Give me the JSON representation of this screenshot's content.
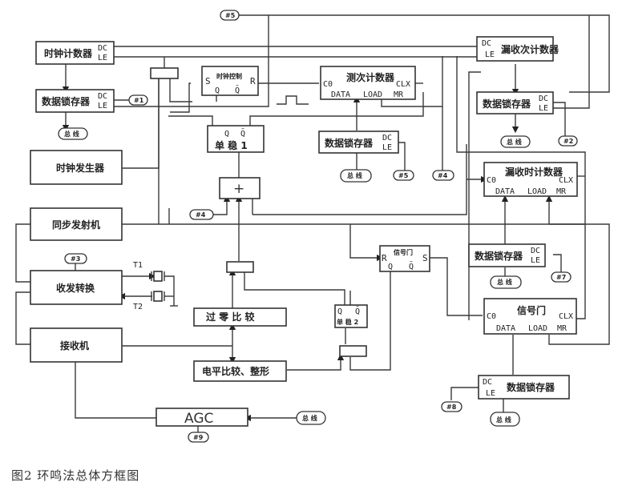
{
  "caption": "图2 环鸣法总体方框图",
  "blocks": {
    "clock_counter": {
      "label": "时钟计数器",
      "pins": [
        "DC",
        "LE"
      ]
    },
    "latch_1": {
      "label": "数据锁存器",
      "pins": [
        "DC",
        "LE"
      ]
    },
    "clock_gen": {
      "label": "时钟发生器"
    },
    "sync_tx": {
      "label": "同步发射机"
    },
    "trx_switch": {
      "label": "收发转换"
    },
    "receiver": {
      "label": "接收机"
    },
    "agc": {
      "label": "AGC"
    },
    "clock_gate": {
      "label": "时钟控制",
      "pins": [
        "S",
        "R",
        "Q",
        "Q̄"
      ]
    },
    "measure_counter": {
      "label": "测次计数器",
      "pins": [
        "C0",
        "CLX",
        "DATA",
        "LOAD",
        "MR"
      ]
    },
    "latch_5": {
      "label": "数据锁存器",
      "pins": [
        "DC",
        "LE"
      ]
    },
    "one_shot_1": {
      "label": "单 稳 1",
      "pins": [
        "Q",
        "Q̄"
      ]
    },
    "or_gate": {
      "label": "+"
    },
    "miss_count_counter": {
      "label": "漏收次计数器",
      "pins": [
        "DC",
        "LE"
      ]
    },
    "latch_2": {
      "label": "数据锁存器",
      "pins": [
        "DC",
        "LE"
      ]
    },
    "miss_time_counter": {
      "label": "漏收时计数器",
      "pins": [
        "C0",
        "CLX",
        "DATA",
        "LOAD",
        "MR"
      ]
    },
    "latch_7": {
      "label": "数据锁存器",
      "pins": [
        "DC",
        "LE"
      ]
    },
    "signal_gate_ff": {
      "label": "信号门",
      "pins": [
        "R",
        "S",
        "Q",
        "Q̄"
      ]
    },
    "signal_gate_counter": {
      "label": "信号门",
      "pins": [
        "C0",
        "CLX",
        "DATA",
        "LOAD",
        "MR"
      ]
    },
    "latch_8": {
      "label": "数据锁存器",
      "pins": [
        "DC",
        "LE"
      ]
    },
    "zero_cross": {
      "label": "过 零 比 较"
    },
    "level_compare": {
      "label": "电平比较、整形"
    },
    "one_shot_2": {
      "label": "单 稳 2",
      "pins": [
        "Q",
        "Q̄"
      ]
    }
  },
  "tags": {
    "w1": "#1",
    "w2": "#2",
    "w3": "#3",
    "w4a": "#4",
    "w4b": "#4",
    "w5a": "#5",
    "w5b": "#5",
    "w7": "#7",
    "w8": "#8",
    "w9": "#9",
    "bus": "总 线"
  },
  "transducer_labels": {
    "t1": "T1",
    "t2": "T2"
  }
}
